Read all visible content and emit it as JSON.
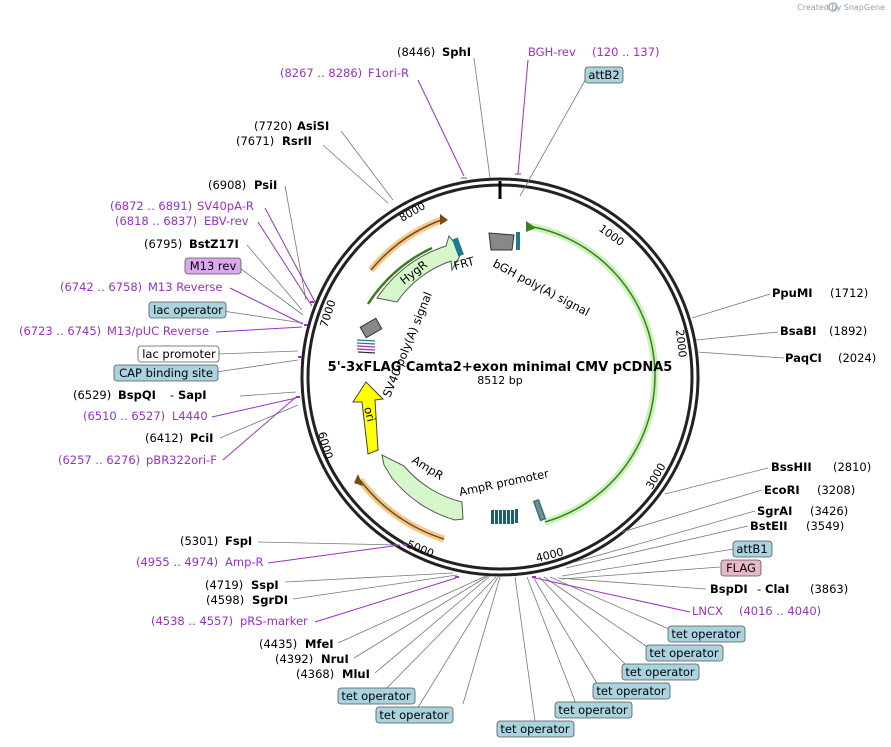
{
  "credit": "Created by SnapGene",
  "plasmid": {
    "name": "5'-3xFLAG Camta2+exon minimal CMV pCDNA5",
    "length": "8512 bp"
  },
  "colors": {
    "primer": "#9a2fc9",
    "feature_box": "#a9d3df",
    "feature_pink": "#e6b8c8",
    "feature_violet": "#dba8ef",
    "arrow_green": "#d6f7cc",
    "ori": "#ffff00",
    "backbone": "#222222"
  },
  "ticks": [
    "1000",
    "2000",
    "3000",
    "4000",
    "5000",
    "6000",
    "7000",
    "8000"
  ],
  "sites": [
    {
      "pos": "(8446)",
      "name": "SphI",
      "side": "left"
    },
    {
      "pos": "(7720)",
      "name": "AsiSI",
      "side": "left"
    },
    {
      "pos": "(7671)",
      "name": "RsrII",
      "side": "left"
    },
    {
      "pos": "(6908)",
      "name": "PsiI",
      "side": "left"
    },
    {
      "pos": "(6795)",
      "name": "BstZ17I",
      "side": "left"
    },
    {
      "pos": "(6529)",
      "name": "BspQI",
      "name2": "SapI",
      "side": "left"
    },
    {
      "pos": "(6412)",
      "name": "PciI",
      "side": "left"
    },
    {
      "pos": "(5301)",
      "name": "FspI",
      "side": "left"
    },
    {
      "pos": "(4719)",
      "name": "SspI",
      "side": "left"
    },
    {
      "pos": "(4598)",
      "name": "SgrDI",
      "side": "left"
    },
    {
      "pos": "(4435)",
      "name": "MfeI",
      "side": "left"
    },
    {
      "pos": "(4392)",
      "name": "NruI",
      "side": "left"
    },
    {
      "pos": "(4368)",
      "name": "MluI",
      "side": "left"
    },
    {
      "pos": "(1712)",
      "name": "PpuMI",
      "side": "right"
    },
    {
      "pos": "(1892)",
      "name": "BsaBI",
      "side": "right"
    },
    {
      "pos": "(2024)",
      "name": "PaqCI",
      "side": "right"
    },
    {
      "pos": "(2810)",
      "name": "BssHII",
      "side": "right"
    },
    {
      "pos": "(3208)",
      "name": "EcoRI",
      "side": "right"
    },
    {
      "pos": "(3426)",
      "name": "SgrAI",
      "side": "right"
    },
    {
      "pos": "(3549)",
      "name": "BstEII",
      "side": "right"
    },
    {
      "pos": "(3863)",
      "name": "BspDI",
      "name2": "ClaI",
      "side": "right"
    }
  ],
  "primers": [
    {
      "name": "BGH-rev",
      "range": "(120 .. 137)"
    },
    {
      "name": "F1ori-R",
      "range": "(8267 .. 8286)"
    },
    {
      "name": "SV40pA-R",
      "range": "(6872 .. 6891)"
    },
    {
      "name": "EBV-rev",
      "range": "(6818 .. 6837)"
    },
    {
      "name": "M13 Reverse",
      "range": "(6742 .. 6758)"
    },
    {
      "name": "M13/pUC Reverse",
      "range": "(6723 .. 6745)"
    },
    {
      "name": "L4440",
      "range": "(6510 .. 6527)"
    },
    {
      "name": "pBR322ori-F",
      "range": "(6257 .. 6276)"
    },
    {
      "name": "Amp-R",
      "range": "(4955 .. 4974)"
    },
    {
      "name": "pRS-marker",
      "range": "(4538 .. 4557)"
    },
    {
      "name": "LNCX",
      "range": "(4016 .. 4040)"
    }
  ],
  "boxed_labels": {
    "attB2": "attB2",
    "attB1": "attB1",
    "flag": "FLAG",
    "m13rev": "M13 rev",
    "lac_operator": "lac operator",
    "lac_promoter": "lac promoter",
    "cap_site": "CAP binding site",
    "tet_operator": "tet operator"
  },
  "features": {
    "hygr": "HygR",
    "frt": "FRT",
    "bgh": "bGH poly(A) signal",
    "sv40": "SV40 poly(A) signal",
    "ori": "ori",
    "ampr": "AmpR",
    "ampr_promoter": "AmpR promoter"
  }
}
